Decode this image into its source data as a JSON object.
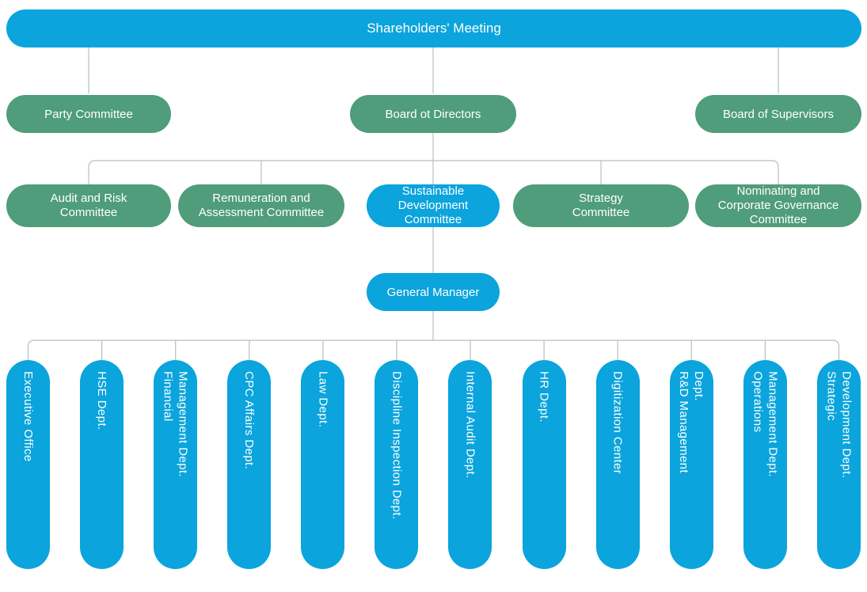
{
  "colors": {
    "blue": "#0ba4dc",
    "green": "#4f9d7a",
    "line": "#b3bfc6",
    "text": "#ffffff",
    "background": "#ffffff"
  },
  "org": {
    "root": {
      "label": "Shareholders' Meeting"
    },
    "level2": [
      {
        "label": "Party Committee"
      },
      {
        "label": "Board ot Directors"
      },
      {
        "label": "Board of Supervisors"
      }
    ],
    "committees": [
      {
        "label": "Audit and Risk\nCommittee",
        "accent": "green"
      },
      {
        "label": "Remuneration and\nAssessment Committee",
        "accent": "green"
      },
      {
        "label": "Sustainable\nDevelopment\nCommittee",
        "accent": "blue"
      },
      {
        "label": "Strategy\nCommittee",
        "accent": "green"
      },
      {
        "label": "Nominating and\nCorporate Governance\nCommittee",
        "accent": "green"
      }
    ],
    "general_manager": {
      "label": "General Manager"
    },
    "departments": [
      "Executive Office",
      "HSE Dept.",
      "Financial\nManagement Dept.",
      "CPC Affairs Dept.",
      "Law Dept.",
      "Discipline Inspection Dept.",
      "Internal Audit Dept.",
      "HR Dept.",
      "Digitization Center",
      "R&D Management\nDept.",
      "Operations\nManagement Dept.",
      "Strategic\nDevelopment Dept."
    ]
  }
}
